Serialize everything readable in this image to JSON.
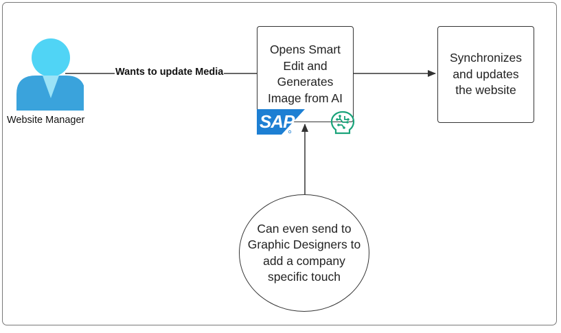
{
  "diagram": {
    "actor": {
      "label": "Website Manager",
      "icon": "user-icon",
      "color": "#50c8ef"
    },
    "edge_update": {
      "label": "Wants to update Media"
    },
    "node_smart_edit": {
      "text": "Opens Smart\nEdit and\nGenerates\nImage from AI"
    },
    "node_sync": {
      "text": "Synchronizes\nand updates\nthe website"
    },
    "node_designers": {
      "text": "Can even send to\nGraphic Designers to\nadd a company\nspecific touch"
    },
    "sap_logo": {
      "text": "SAP",
      "color": "#1d7fd3"
    },
    "ai_logo": {
      "icon": "brain-circuit-icon",
      "color": "#1aa37a"
    },
    "line_color": "#333333"
  }
}
